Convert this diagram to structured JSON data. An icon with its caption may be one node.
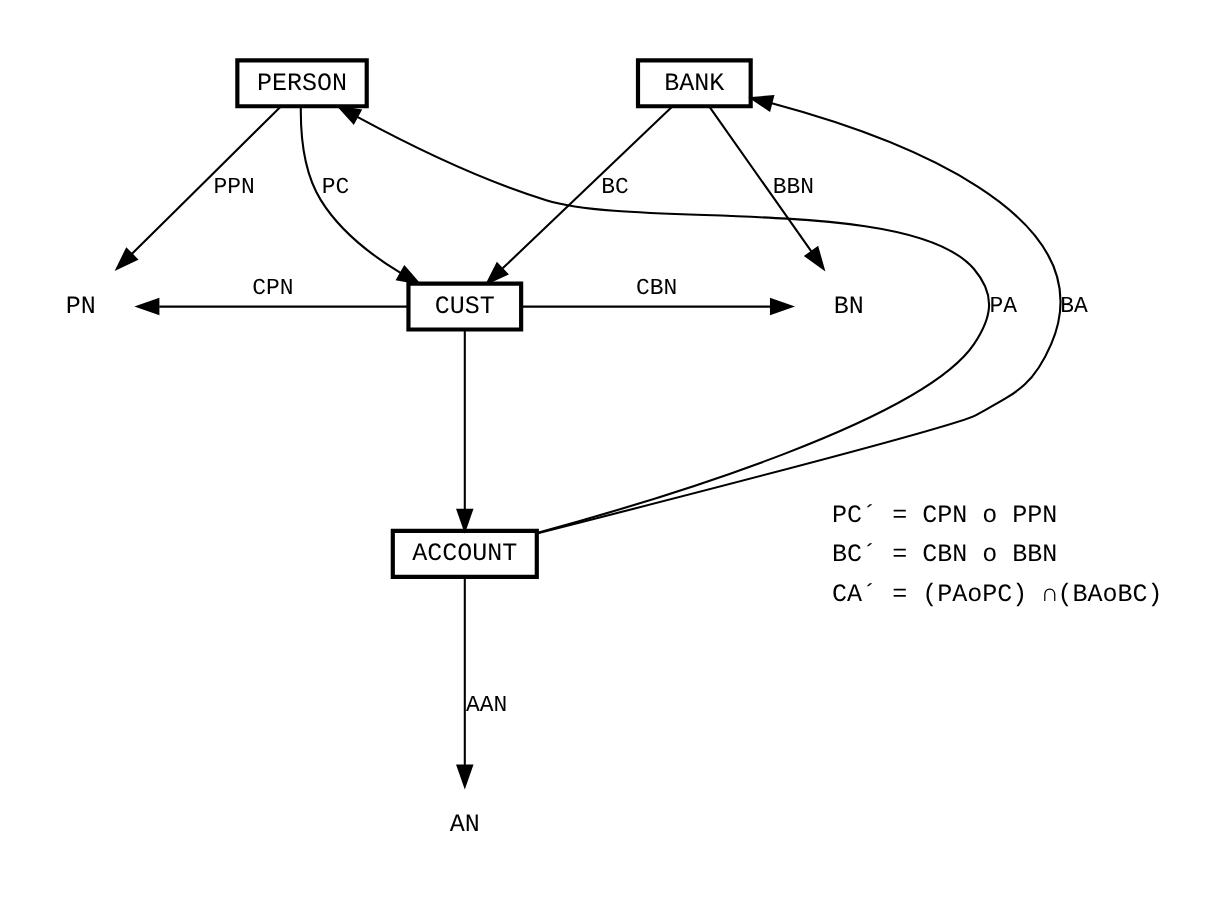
{
  "diagram": {
    "nodes": [
      {
        "text": [
          "PERSON"
        ]
      },
      {
        "text": [
          "BANK"
        ]
      },
      {
        "text": [
          "PN"
        ]
      },
      {
        "text": [
          "CUST"
        ]
      },
      {
        "text": [
          "BN"
        ]
      },
      {
        "text": [
          "ACCOUNT"
        ]
      },
      {
        "text": [
          "AN"
        ]
      }
    ],
    "edges": [
      {
        "from": 0,
        "to": 2,
        "arrow": "to",
        "label": "PPN"
      },
      {
        "from": 0,
        "to": 3,
        "arrow": "to",
        "label": "PC"
      },
      {
        "from": 1,
        "to": 3,
        "arrow": "to",
        "label": "BC"
      },
      {
        "from": 1,
        "to": 4,
        "arrow": "to",
        "label": "BBN"
      },
      {
        "from": 3,
        "to": 2,
        "arrow": "to",
        "label": "CPN"
      },
      {
        "from": 3,
        "to": 4,
        "arrow": "to",
        "label": "CBN"
      },
      {
        "from": 5,
        "to": 0,
        "arrow": "to",
        "label": "PA"
      },
      {
        "from": 5,
        "to": 1,
        "arrow": "to",
        "label": "BA"
      },
      {
        "from": 3,
        "to": 5,
        "arrow": "to"
      },
      {
        "from": 5,
        "to": 6,
        "arrow": "to",
        "label": "AAN"
      }
    ],
    "labels": [
      "PC´ = CPN o PPN",
      "BC´ = CBN o BBN",
      "CA´ = (PAoPC) ∩(BAoBC)"
    ]
  }
}
